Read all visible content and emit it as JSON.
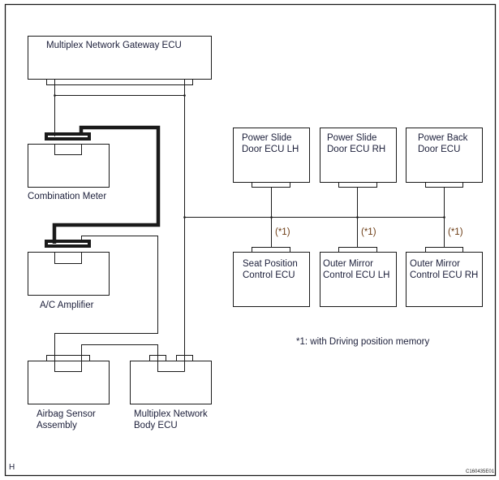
{
  "diagram": {
    "components": {
      "gateway": "Multiplex Network Gateway ECU",
      "combination_meter": "Combination Meter",
      "ac_amplifier": "A/C Amplifier",
      "airbag_line1": "Airbag Sensor",
      "airbag_line2": "Assembly",
      "body_ecu_line1": "Multiplex Network",
      "body_ecu_line2": "Body ECU",
      "psd_lh_line1": "Power Slide",
      "psd_lh_line2": "Door ECU LH",
      "psd_rh_line1": "Power Slide",
      "psd_rh_line2": "Door ECU RH",
      "pbd_line1": "Power Back",
      "pbd_line2": "Door ECU",
      "seat_line1": "Seat Position",
      "seat_line2": "Control ECU",
      "mirror_lh_line1": "Outer Mirror",
      "mirror_lh_line2": "Control ECU LH",
      "mirror_rh_line1": "Outer Mirror",
      "mirror_rh_line2": "Control ECU RH"
    },
    "conditional_marks": [
      "(*1)",
      "(*1)",
      "(*1)"
    ],
    "footnote": "*1: with Driving position memory",
    "corner_letter": "H",
    "figure_code": "C160435E01",
    "colors": {
      "line": "#1a1a1a",
      "text": "#1c1f3a",
      "note": "#6b3a12"
    }
  }
}
